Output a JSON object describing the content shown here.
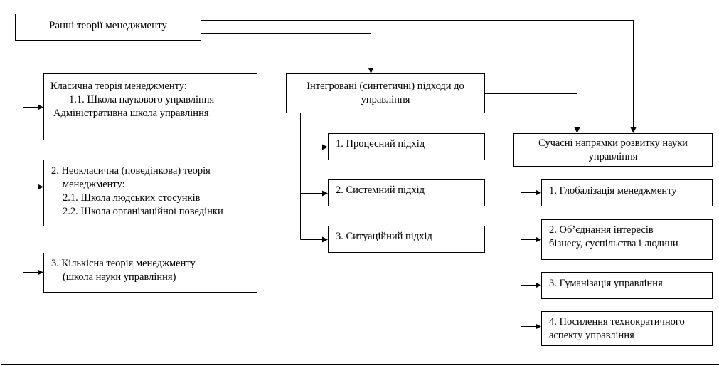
{
  "root": {
    "label": "Ранні теорії менеджменту"
  },
  "early": {
    "items": [
      {
        "lines": [
          "Класична теорія менеджменту:",
          "1.1. Школа наукового управління",
          "Адміністративна школа управління"
        ]
      },
      {
        "lines": [
          "2. Неокласична (поведінкова) теорія",
          "менеджменту:",
          "2.1. Школа людських стосунків",
          "2.2. Школа організаційної поведінки"
        ]
      },
      {
        "lines": [
          "3. Кількісна теорія менеджменту",
          "(школа науки управління)"
        ]
      }
    ]
  },
  "integrated": {
    "title_lines": [
      "Інтегровані (синтетичні) підходи до",
      "управління"
    ],
    "items": [
      "1. Процесний підхід",
      "2. Системний підхід",
      "3. Ситуаційний підхід"
    ]
  },
  "modern": {
    "title_lines": [
      "Сучасні напрямки розвитку науки",
      "управління"
    ],
    "items": [
      {
        "lines": [
          "1. Глобалізація менеджменту"
        ]
      },
      {
        "lines": [
          "2. Об’єднання інтересів",
          "бізнесу, суспільства і людини"
        ]
      },
      {
        "lines": [
          "3. Гуманізація управління"
        ]
      },
      {
        "lines": [
          "4. Посилення технократичного",
          "аспекту управління"
        ]
      }
    ]
  }
}
